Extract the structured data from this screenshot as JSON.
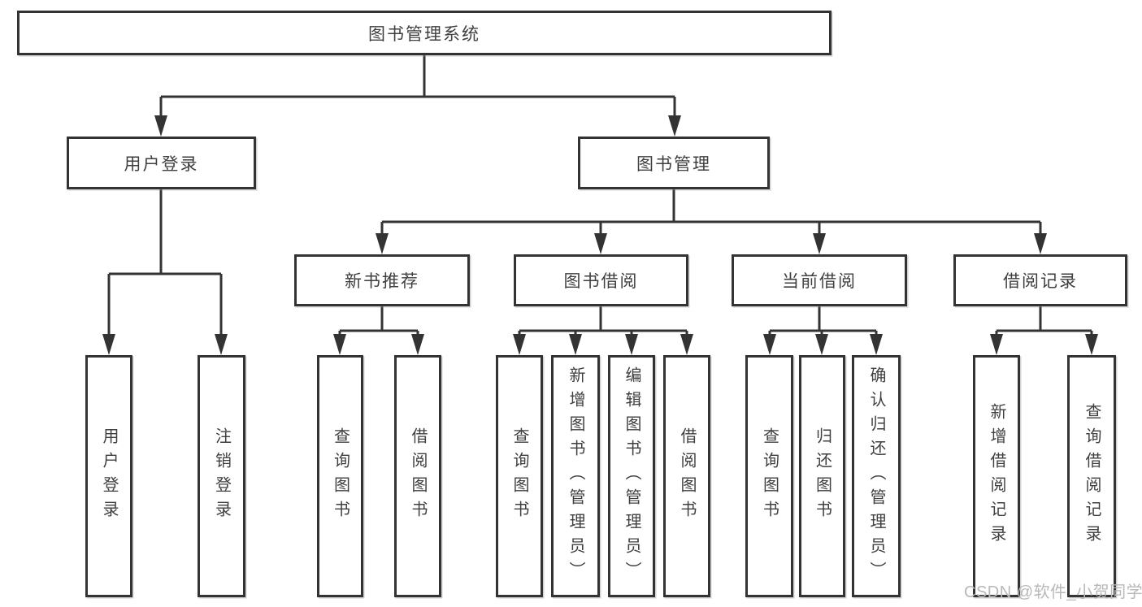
{
  "tree": {
    "root": "图书管理系统",
    "children": [
      {
        "label": "用户登录",
        "children": [
          "用户登录",
          "注销登录"
        ]
      },
      {
        "label": "图书管理",
        "children": [
          {
            "label": "新书推荐",
            "children": [
              "查询图书",
              "借阅图书"
            ]
          },
          {
            "label": "图书借阅",
            "children": [
              "查询图书",
              "新增图书（管理员）",
              "编辑图书（管理员）",
              "借阅图书"
            ]
          },
          {
            "label": "当前借阅",
            "children": [
              "查询图书",
              "归还图书",
              "确认归还（管理员）"
            ]
          },
          {
            "label": "借阅记录",
            "children": [
              "新增借阅记录",
              "查询借阅记录"
            ]
          }
        ]
      }
    ]
  },
  "watermark": "CSDN @软件_小贺同学",
  "colors": {
    "line": "#333333",
    "text": "#3f3f3f",
    "watermark": "#b8b8b8",
    "background": "#ffffff"
  }
}
